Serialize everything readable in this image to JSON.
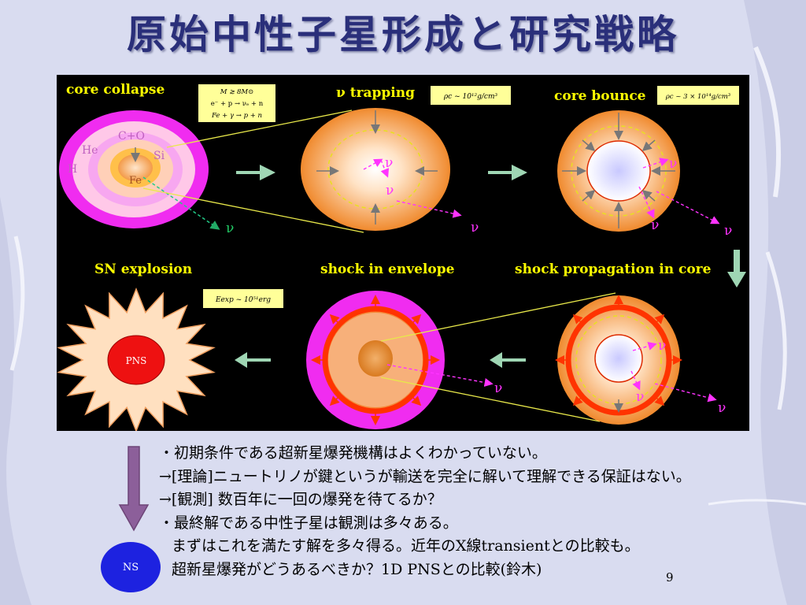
{
  "slide": {
    "title": "原始中性子星形成と研究戦略",
    "page_number": "9"
  },
  "diagram": {
    "stages": {
      "core_collapse": "core collapse",
      "nu_trapping": "ν trapping",
      "core_bounce": "core bounce",
      "sn_explosion": "SN explosion",
      "shock_in_envelope": "shock in envelope",
      "shock_propagation": "shock propagation in core"
    },
    "shell_labels": {
      "h": "H",
      "he": "He",
      "co": "C+O",
      "si": "Si",
      "fe": "Fe"
    },
    "formula_boxes": {
      "collapse_line1": "M  ≳  8M⊙",
      "collapse_line2": "e⁻ + p  →  νₑ + n",
      "collapse_line3": "Fe + γ  →  p + n",
      "trapping": "ρc ~ 10¹²g/cm³",
      "bounce": "ρc ~ 3 × 10¹⁴g/cm³",
      "explosion": "Eexp ~ 10⁵¹erg"
    },
    "neutrino_symbol": "ν",
    "pns_label": "PNS"
  },
  "bullets": [
    "・初期条件である超新星爆発機構はよくわかっていない。",
    "→[理論]ニュートリノが鍵というが輸送を完全に解いて理解できる保証はない。",
    "→[観測] 数百年に一回の爆発を待てるか？",
    "・最終解である中性子星は観測は多々ある。",
    "まずはこれを満たす解を多々得る。近年のX線transientとの比較も。",
    "超新星爆発がどうあるべきか？1D PNSとの比較(鈴木)"
  ],
  "ns_label": "NS",
  "colors": {
    "title": "#2a2f7a",
    "background": "#d9dcf0",
    "panel": "#000000",
    "stage_label": "#ffff00",
    "formula_box": "#ffff99",
    "neutrino": "#ff33ff",
    "ns_circle": "#1d22e0",
    "arrow_down": "#8c5f9a"
  }
}
